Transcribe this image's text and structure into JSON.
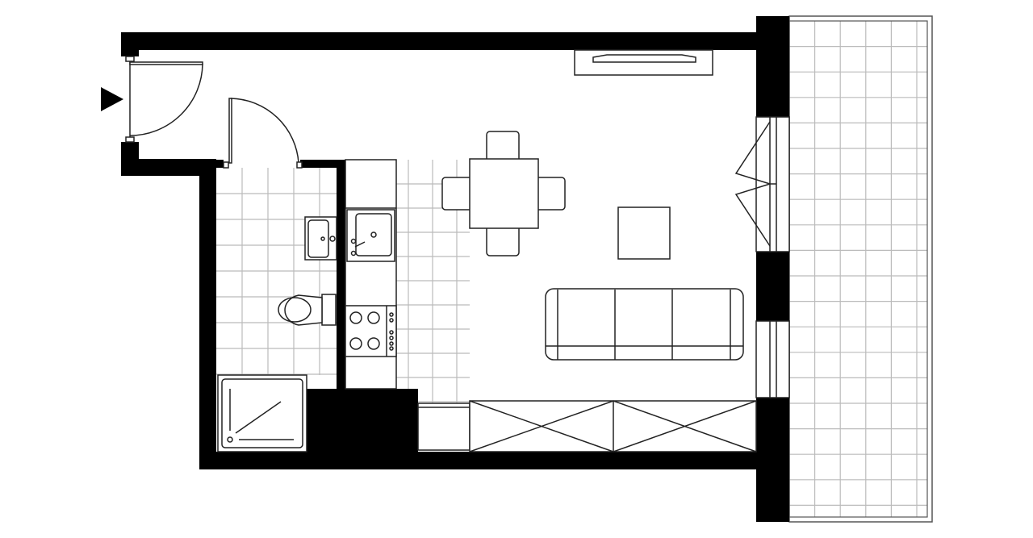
{
  "plan": {
    "colors": {
      "wall": "#000000",
      "line": "#222222",
      "tile_grid": "#bbbbbb",
      "background": "#ffffff"
    },
    "rooms": [
      "hallway",
      "bathroom",
      "kitchen",
      "living-room",
      "balcony"
    ],
    "icons": [
      "entrance-arrow-icon",
      "door-icon",
      "sink-icon",
      "toilet-icon",
      "shower-icon",
      "stove-icon",
      "dining-table-icon",
      "sofa-icon",
      "wardrobe-icon",
      "tv-unit-icon",
      "window-icon"
    ]
  }
}
